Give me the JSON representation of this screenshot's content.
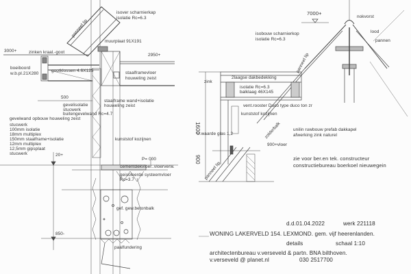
{
  "left_detail": {
    "roof_hinge": "isover scharnierkap",
    "roof_hinge_insulation": "isolatie Rc=6.3",
    "panel_lip": "panneel lip",
    "wall_plate": "muurplaat 91X191",
    "level_3000": "3000+",
    "gutter": "zinken kraal.-goot",
    "level_2950": "2950+",
    "fascia": "boeiboord",
    "fascia_spec": "w.b.pl.21X280",
    "gutter_blocks": "gootklossen 4.6X125",
    "floor": "staalframevloer",
    "floor_supplier": "houweling zeist",
    "dim_500": "500",
    "wall": "staalframe wand+isolatie",
    "wall_supplier": "houweling zeist",
    "facade_insulation": "gevelisolatie",
    "stucco": "stucwerk",
    "outer_wall": "buitengevelwand Rc=4.7",
    "wall_buildup_title": "gevelwand opbouw houweling zeist",
    "wall_buildup": [
      "stucwerk",
      "100mm isolatie",
      "18mm multiplex",
      "150mm staalframe+isolatie",
      "12mm multiplex",
      "12,5mm gipsplaat",
      "stucwerk"
    ],
    "window_frames": "kunststof kozijnen",
    "level_20": "20+",
    "level_p": "P= 000",
    "screed": "cementdekvloer..vloerverw.",
    "system_floor": "geisoleerde systeemvloer",
    "system_floor_rc": "Rc=3.7",
    "beam": "gef. gew.betonbalk",
    "level_850": "850-",
    "foundation": "paalfundering"
  },
  "right_detail": {
    "level_7000": "7000+",
    "ridge": "nokvorst",
    "lead": "lood",
    "tiles": "pannen",
    "roof_hinge": "isobouw scharnierkop",
    "roof_hinge_insulation": "isolatie Rc=6.3",
    "zinc": "zink",
    "roofing": "2laagse dakbedekking",
    "insulation": "isolatie Rc=6.3",
    "joists": "balklaag 46X145",
    "vent": "vent.rooster Duco type duco ton zr",
    "dim_1600": "1600",
    "window_frames": "kunststof kozijnen",
    "glass": "U.waarde glas 1,2",
    "attic_beam": "zolderbalk",
    "dormer": "unilin ruwbouw prefab dakkapel",
    "dormer_finish": "afwerking zink naturel",
    "floor_level": "900+vloer",
    "dim_900": "900",
    "panel_lip": "panneel lip",
    "panel_lip_top": "panneel lip",
    "note_1": "zie voor ber.en tek. constructeur",
    "note_2": "constructiebureau boerkoel nieuwegein"
  },
  "title_block": {
    "date": "d.d.01.04.2022",
    "job": "werk  221118",
    "project": "WONING LAKERVELD 154. LEXMOND. gem. vijf heerenlanden.",
    "subject": "details",
    "scale": "schaal   1:10",
    "architect": "architectenbureau v.verseveld & partn. BNA  bilthoven.",
    "email": "v.verseveld @ planet.nl",
    "phone": "030  2517700"
  }
}
